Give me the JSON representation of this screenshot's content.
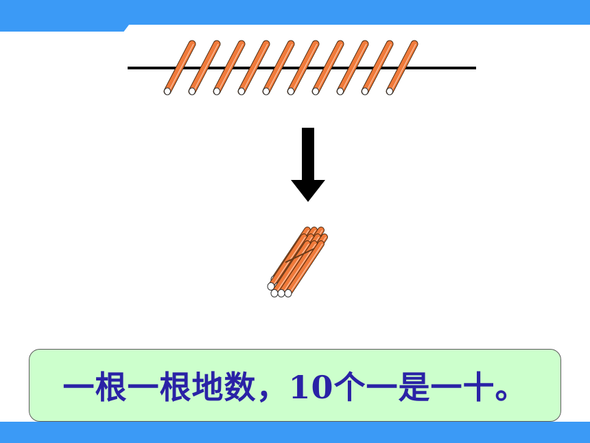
{
  "slide": {
    "caption": "一根一根地数，10个一是一十。"
  },
  "colors": {
    "frame_blue": "#3b9af6",
    "stick_orange": "#f07a3a",
    "caption_bg": "#ccffcc",
    "caption_text": "#2a22a6",
    "line_black": "#000000"
  },
  "illustration": {
    "loose_stick_count": 10,
    "bundle_stick_count": 10,
    "icons": [
      "counting-stick-icon",
      "down-arrow-icon",
      "stick-bundle-icon"
    ]
  }
}
